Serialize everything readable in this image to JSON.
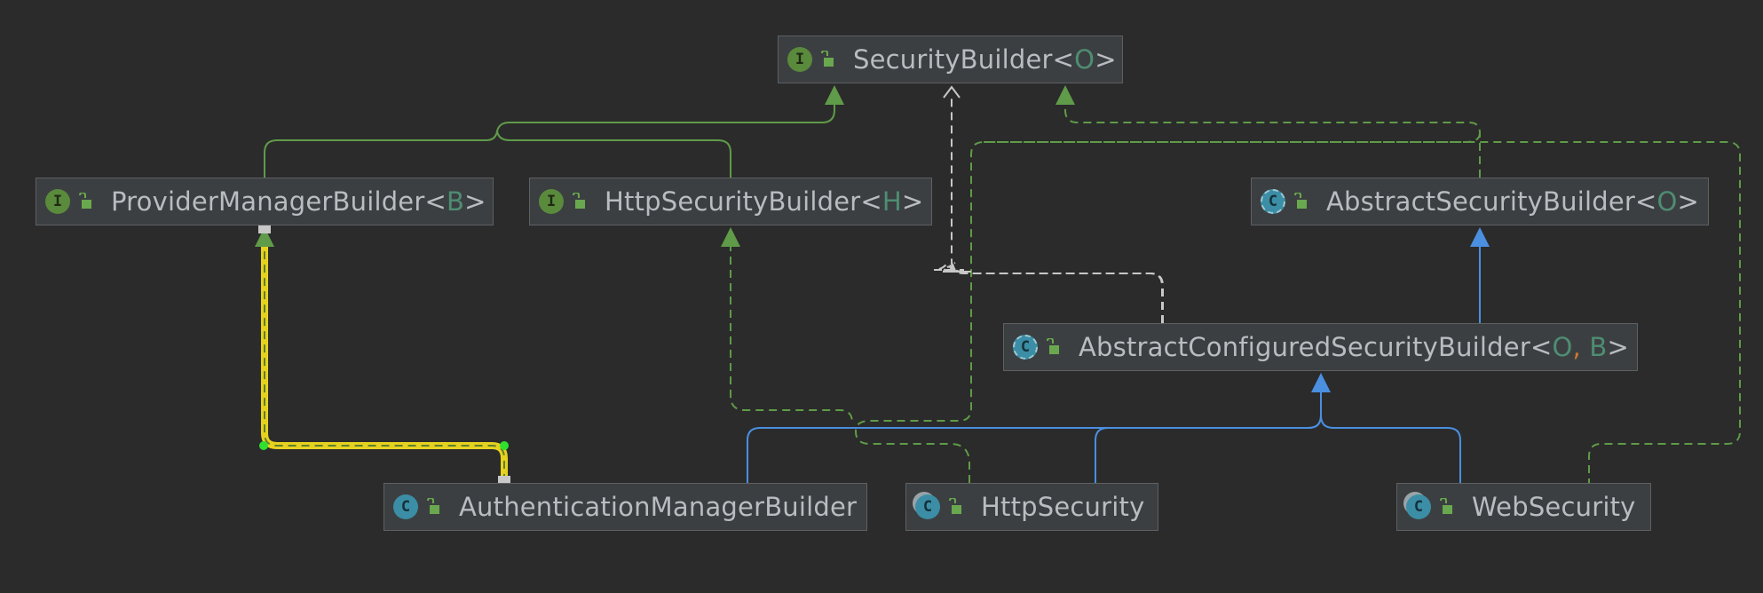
{
  "colors": {
    "background": "#2b2b2b",
    "interface_edge": "#5f9b48",
    "implements_edge": "#5f9b48",
    "extends_edge": "#4a8fe0",
    "dependency_edge": "#c8c8c8",
    "highlight_edge": "#e6d21e",
    "type_param": "#4e8d73",
    "comma": "#cc7832"
  },
  "nodes": {
    "security_builder": {
      "name": "SecurityBuilder",
      "open": "<",
      "param": "O",
      "close": ">",
      "kind": "interface",
      "badge": "I",
      "visibility_icon": "unlock-icon"
    },
    "provider_manager_builder": {
      "name": "ProviderManagerBuilder",
      "open": "<",
      "param": "B",
      "close": ">",
      "kind": "interface",
      "badge": "I",
      "visibility_icon": "unlock-icon"
    },
    "http_security_builder": {
      "name": "HttpSecurityBuilder",
      "open": "<",
      "param": "H",
      "close": ">",
      "kind": "interface",
      "badge": "I",
      "visibility_icon": "unlock-icon"
    },
    "abstract_security_builder": {
      "name": "AbstractSecurityBuilder",
      "open": "<",
      "param": "O",
      "close": ">",
      "kind": "abstract-class",
      "badge": "C",
      "visibility_icon": "unlock-icon"
    },
    "abstract_configured_security_builder": {
      "name": "AbstractConfiguredSecurityBuilder",
      "open": "<",
      "param1": "O",
      "comma": ",",
      "param2": "B",
      "close": ">",
      "kind": "abstract-class",
      "badge": "C",
      "visibility_icon": "unlock-icon"
    },
    "authentication_manager_builder": {
      "name": "AuthenticationManagerBuilder",
      "kind": "class",
      "badge": "C",
      "visibility_icon": "unlock-icon"
    },
    "http_security": {
      "name": "HttpSecurity",
      "kind": "final-class",
      "badge": "C",
      "visibility_icon": "unlock-icon"
    },
    "web_security": {
      "name": "WebSecurity",
      "kind": "final-class",
      "badge": "C",
      "visibility_icon": "unlock-icon"
    }
  },
  "edges": [
    {
      "from": "ProviderManagerBuilder",
      "to": "SecurityBuilder",
      "type": "extends-interface"
    },
    {
      "from": "HttpSecurityBuilder",
      "to": "SecurityBuilder",
      "type": "extends-interface"
    },
    {
      "from": "AbstractSecurityBuilder",
      "to": "SecurityBuilder",
      "type": "implements"
    },
    {
      "from": "AbstractConfiguredSecurityBuilder",
      "to": "SecurityBuilder",
      "type": "dependency"
    },
    {
      "from": "AbstractConfiguredSecurityBuilder",
      "to": "AbstractSecurityBuilder",
      "type": "extends"
    },
    {
      "from": "AuthenticationManagerBuilder",
      "to": "AbstractConfiguredSecurityBuilder",
      "type": "extends"
    },
    {
      "from": "HttpSecurity",
      "to": "AbstractConfiguredSecurityBuilder",
      "type": "extends"
    },
    {
      "from": "WebSecurity",
      "to": "AbstractConfiguredSecurityBuilder",
      "type": "extends"
    },
    {
      "from": "HttpSecurity",
      "to": "HttpSecurityBuilder",
      "type": "implements"
    },
    {
      "from": "HttpSecurity",
      "to": "SecurityBuilder",
      "type": "implements"
    },
    {
      "from": "WebSecurity",
      "to": "SecurityBuilder",
      "type": "implements"
    },
    {
      "from": "AuthenticationManagerBuilder",
      "to": "ProviderManagerBuilder",
      "type": "implements",
      "selected": true
    }
  ]
}
